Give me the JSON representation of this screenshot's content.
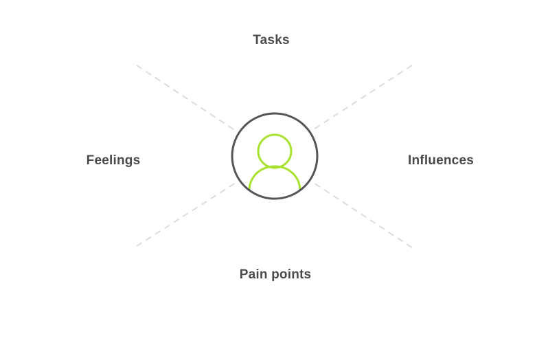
{
  "labels": {
    "top": "Tasks",
    "left": "Feelings",
    "right": "Influences",
    "bottom": "Pain points"
  },
  "icon": "user-icon",
  "colors": {
    "text": "#4a4a4a",
    "circle": "#555555",
    "accent": "#a6e22e",
    "dashed_line": "#dcdcdc"
  }
}
